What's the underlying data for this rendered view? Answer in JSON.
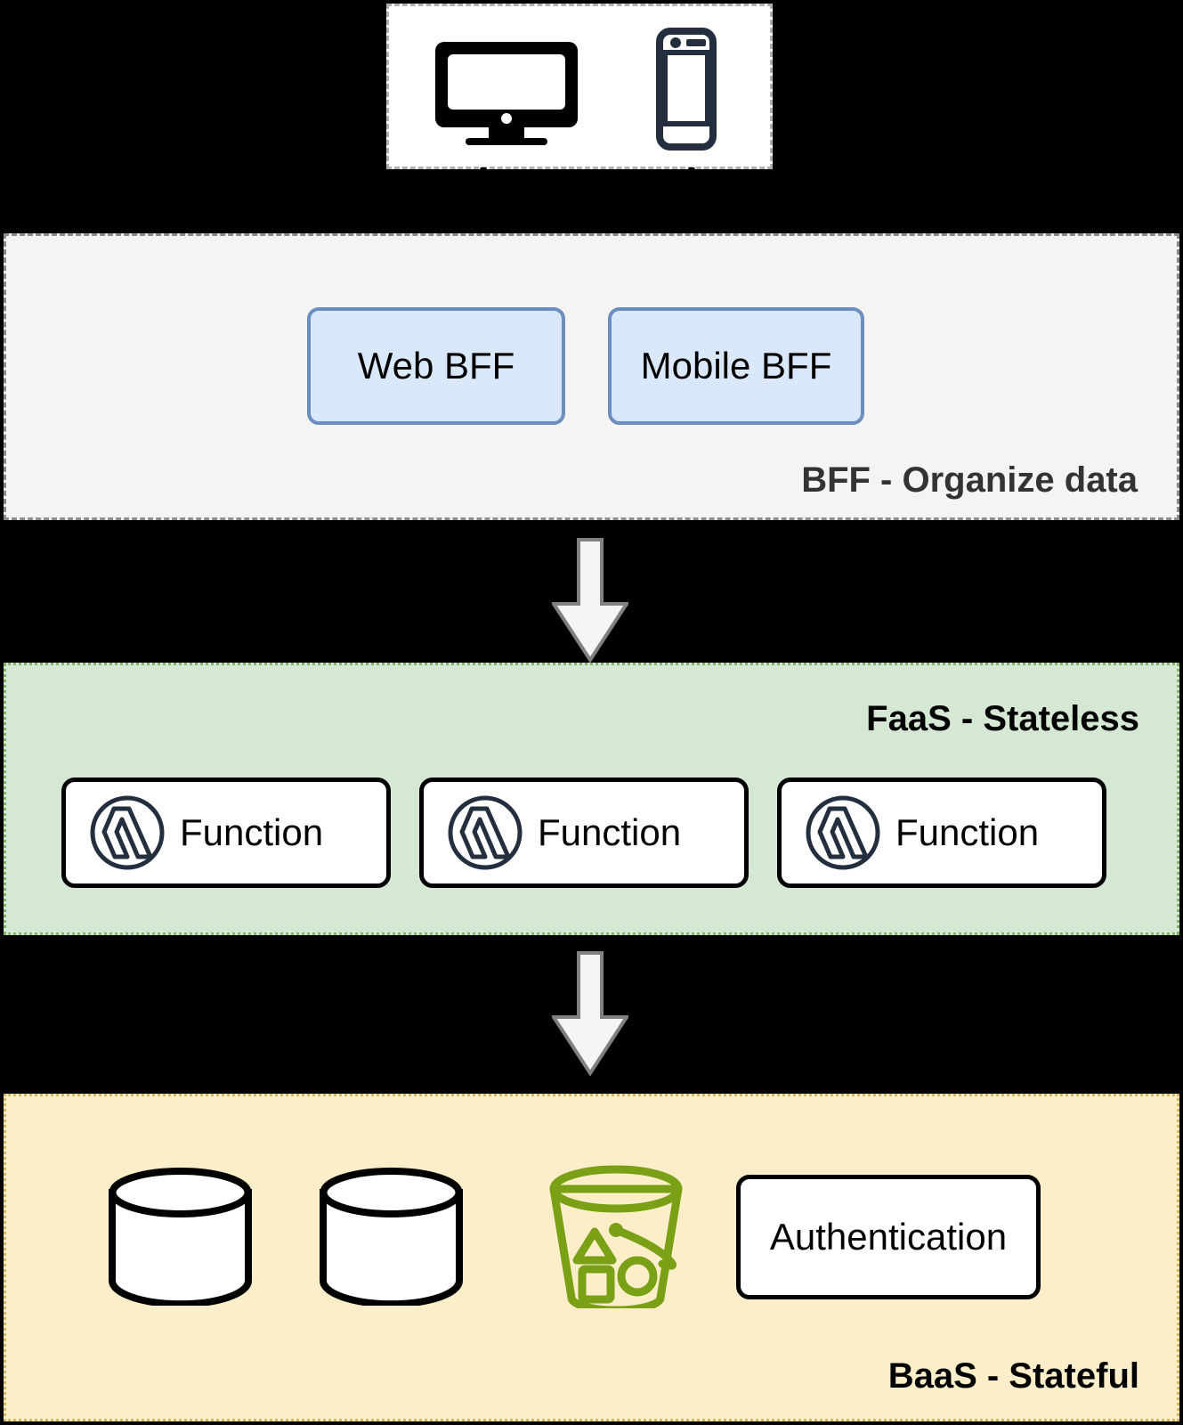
{
  "diagram": {
    "title": "Serverless architecture layers",
    "colors": {
      "background": "#000000",
      "clients_panel_fill": "#ffffff",
      "clients_panel_border": "#b0b0b0",
      "bff_panel_fill": "#f4f4f4",
      "bff_panel_border": "#8c8c8c",
      "bff_box_fill": "#dae8fc",
      "bff_box_border": "#6c8ebf",
      "faas_panel_fill": "#d5e8d4",
      "faas_panel_border": "#82b366",
      "baas_panel_fill": "#fdeeca",
      "baas_panel_border": "#d6b656",
      "lambda_icon": "#232f3e",
      "bucket_icon": "#7aa116",
      "device_icon": "#232f3e",
      "block_arrow_fill": "#f5f5f5",
      "block_arrow_border": "#808080"
    }
  },
  "clients": {
    "panel_name": "clients-panel",
    "icons": [
      {
        "name": "desktop-monitor-icon",
        "label": "desktop monitor"
      },
      {
        "name": "mobile-phone-icon",
        "label": "mobile phone"
      }
    ]
  },
  "connectors": {
    "client_to_web_bff": "arrow-down",
    "client_to_mobile_bff": "arrow-down",
    "bff_to_faas": "block-arrow-down",
    "faas_to_baas": "block-arrow-down"
  },
  "bff": {
    "zone_label": "BFF - Organize data",
    "boxes": [
      {
        "label": "Web BFF"
      },
      {
        "label": "Mobile BFF"
      }
    ]
  },
  "faas": {
    "zone_label": "FaaS - Stateless",
    "boxes": [
      {
        "label": "Function",
        "icon": "lambda-icon"
      },
      {
        "label": "Function",
        "icon": "lambda-icon"
      },
      {
        "label": "Function",
        "icon": "lambda-icon"
      }
    ]
  },
  "baas": {
    "zone_label": "BaaS - Stateful",
    "items": [
      {
        "type": "database",
        "icon": "database-cylinder-icon",
        "label": ""
      },
      {
        "type": "database",
        "icon": "database-cylinder-icon",
        "label": ""
      },
      {
        "type": "storage",
        "icon": "s3-bucket-icon",
        "label": ""
      },
      {
        "type": "service",
        "icon": "",
        "label": "Authentication"
      }
    ]
  }
}
